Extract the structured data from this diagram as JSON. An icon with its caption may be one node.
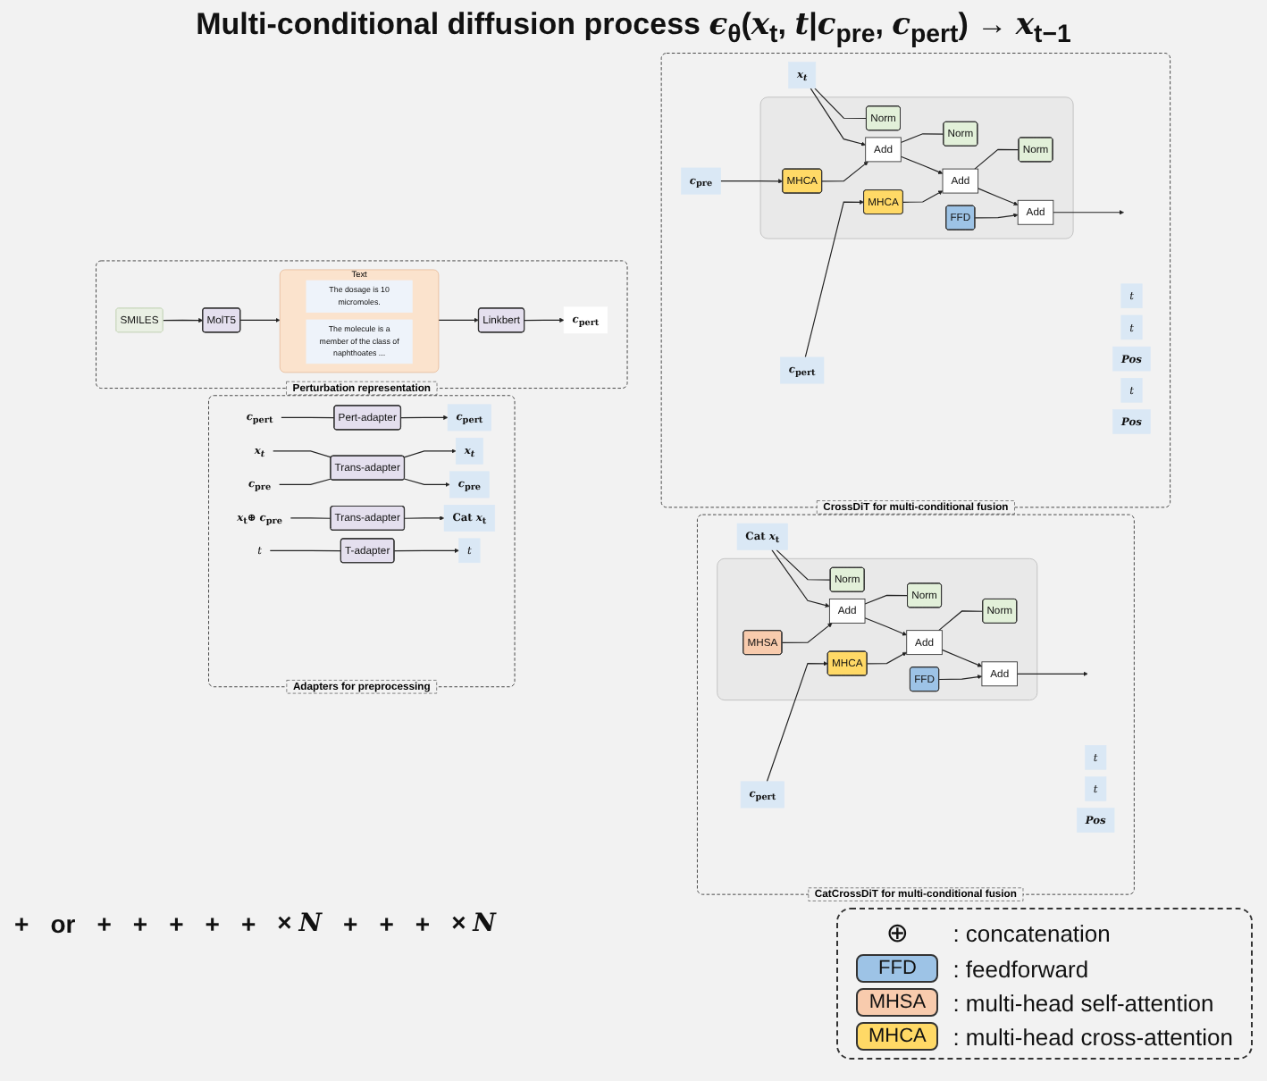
{
  "diagram": {
    "title": "Multi-conditional diffusion process *ϵ*$_{θ}$(*x*$_{t}$, *t*|*c*$_{pre}$, *c*$_{pert}$) → *x*$_{t−1}$",
    "nodes": [
      {
        "text": [
          "Perturbation representation"
        ]
      },
      {
        "text": [
          "SMILES"
        ],
        "in": 0
      },
      {
        "text": [
          "MolT5"
        ],
        "in": 0
      },
      {
        "text": [
          "Text"
        ],
        "in": 0
      },
      {
        "text": [
          "The dosage is 10 micromoles."
        ],
        "in": 3
      },
      {
        "text": [
          "The molecule is a member of the class of naphthoates ..."
        ],
        "in": 3
      },
      {
        "text": [
          "Linkbert"
        ],
        "in": 0
      },
      {
        "text": [
          "*c*$_{pert}$"
        ],
        "in": 0
      },
      {
        "text": [
          "Adapters for preprocessing"
        ]
      },
      {
        "text": [
          "*c*$_{pert}$"
        ],
        "in": 8
      },
      {
        "text": [
          "Pert-adapter"
        ],
        "in": 8
      },
      {
        "text": [
          "*c*$_{pert}$"
        ],
        "in": 8
      },
      {
        "text": [
          "x$_{t}$"
        ],
        "in": 8
      },
      {
        "text": [
          "*c*$_{pre}$"
        ],
        "in": 8
      },
      {
        "text": [
          "Trans-adapter"
        ],
        "in": 8
      },
      {
        "text": [
          "x$_{t}$"
        ],
        "in": 8
      },
      {
        "text": [
          "*c*$_{pre}$"
        ],
        "in": 8
      },
      {
        "text": [
          "*x*$_{t}$⊕ *c*$_{pre}$"
        ],
        "in": 8
      },
      {
        "text": [
          "Trans-adapter"
        ],
        "in": 8
      },
      {
        "text": [
          "Cat *x*$_{t}$"
        ],
        "in": 8
      },
      {
        "text": [
          "t"
        ],
        "in": 8
      },
      {
        "text": [
          "T-adapter"
        ],
        "in": 8
      },
      {
        "text": [
          "t"
        ],
        "in": 8
      },
      {
        "text": [
          "CrossDiT for multi-conditional fusion"
        ]
      },
      {
        "text": [
          "t"
        ],
        "in": 23
      },
      {
        "text": [
          "t"
        ],
        "in": 23
      },
      {
        "text": [
          "Pos"
        ],
        "in": 23
      },
      {
        "text": [
          "*c*$_{pre}$"
        ],
        "in": 23
      },
      {
        "text": [
          "*c*$_{pert}$"
        ],
        "in": 23
      },
      {
        "text": [
          "t"
        ],
        "in": 23
      },
      {
        "text": [
          "Pos"
        ],
        "in": 23
      },
      {
        "text": [
          "x$_{t}$"
        ],
        "in": 23
      },
      {
        "text": [],
        "shape": "box",
        "in": 23
      },
      {
        "text": [
          "Norm"
        ],
        "in": 32
      },
      {
        "text": [
          "MHCA"
        ],
        "in": 32
      },
      {
        "text": [
          "Norm"
        ],
        "in": 32
      },
      {
        "text": [
          "MHCA"
        ],
        "in": 32
      },
      {
        "text": [
          "Norm"
        ],
        "in": 32
      },
      {
        "text": [
          "FFD"
        ],
        "in": 32
      },
      {
        "text": [
          "Add"
        ],
        "in": 32
      },
      {
        "text": [
          "Add"
        ],
        "in": 32
      },
      {
        "text": [
          "Add"
        ],
        "in": 32
      },
      {
        "text": [
          "CatCrossDiT for multi-conditional fusion"
        ]
      },
      {
        "text": [
          "t"
        ],
        "in": 42
      },
      {
        "text": [
          "*c*$_{pert}$"
        ],
        "in": 42
      },
      {
        "text": [
          "t"
        ],
        "in": 42
      },
      {
        "text": [
          "Pos"
        ],
        "in": 42
      },
      {
        "text": [
          "Cat *x*$_{t}$"
        ],
        "in": 42
      },
      {
        "text": [],
        "shape": "box",
        "in": 42
      },
      {
        "text": [
          "Norm"
        ],
        "in": 48
      },
      {
        "text": [
          "MHSA"
        ],
        "in": 48
      },
      {
        "text": [
          "Norm"
        ],
        "in": 48
      },
      {
        "text": [
          "MHCA"
        ],
        "in": 48
      },
      {
        "text": [
          "Norm"
        ],
        "in": 48
      },
      {
        "text": [
          "FFD"
        ],
        "in": 48
      },
      {
        "text": [
          "Add"
        ],
        "in": 48
      },
      {
        "text": [
          "Add"
        ],
        "in": 48
      },
      {
        "text": [
          "Add"
        ],
        "in": 48
      }
    ],
    "edges": [
      {
        "from": 1,
        "to": 2,
        "arrow": "to"
      },
      {
        "from": 2,
        "to": 3,
        "arrow": "to"
      },
      {
        "from": 3,
        "to": 6,
        "arrow": "to"
      },
      {
        "from": 6,
        "to": 7,
        "arrow": "to"
      },
      {
        "from": 9,
        "to": 10,
        "arrow": "none"
      },
      {
        "from": 10,
        "to": 11,
        "arrow": "to"
      },
      {
        "from": 12,
        "to": 14,
        "arrow": "none"
      },
      {
        "from": 13,
        "to": 14,
        "arrow": "none"
      },
      {
        "from": 14,
        "to": 15,
        "arrow": "to"
      },
      {
        "from": 14,
        "to": 16,
        "arrow": "to"
      },
      {
        "from": 17,
        "to": 18,
        "arrow": "none"
      },
      {
        "from": 18,
        "to": 19,
        "arrow": "to"
      },
      {
        "from": 20,
        "to": 21,
        "arrow": "none"
      },
      {
        "from": 21,
        "to": 22,
        "arrow": "to"
      },
      {
        "from": 27,
        "to": 34,
        "arrow": "to"
      },
      {
        "from": 28,
        "to": 36,
        "arrow": "to"
      },
      {
        "from": 31,
        "to": 33,
        "arrow": "none"
      },
      {
        "from": 31,
        "to": 39,
        "arrow": "to"
      },
      {
        "from": 34,
        "to": 39,
        "arrow": "to"
      },
      {
        "from": 39,
        "to": 35,
        "arrow": "none"
      },
      {
        "from": 39,
        "to": 40,
        "arrow": "to"
      },
      {
        "from": 36,
        "to": 40,
        "arrow": "to"
      },
      {
        "from": 40,
        "to": 37,
        "arrow": "none"
      },
      {
        "from": 40,
        "to": 41,
        "arrow": "to"
      },
      {
        "from": 38,
        "to": 41,
        "arrow": "to"
      },
      {
        "from": 41,
        "to": null,
        "arrow": "to"
      },
      {
        "from": 44,
        "to": 52,
        "arrow": "to"
      },
      {
        "from": 47,
        "to": 49,
        "arrow": "none"
      },
      {
        "from": 47,
        "to": 55,
        "arrow": "to"
      },
      {
        "from": 50,
        "to": 55,
        "arrow": "to"
      },
      {
        "from": 55,
        "to": 51,
        "arrow": "none"
      },
      {
        "from": 55,
        "to": 56,
        "arrow": "to"
      },
      {
        "from": 52,
        "to": 56,
        "arrow": "to"
      },
      {
        "from": 56,
        "to": 53,
        "arrow": "none"
      },
      {
        "from": 56,
        "to": 57,
        "arrow": "to"
      },
      {
        "from": 54,
        "to": 57,
        "arrow": "to"
      },
      {
        "from": 57,
        "to": null,
        "arrow": "to"
      }
    ],
    "labels": [
      "+",
      "or",
      "+",
      "+",
      "+",
      "+",
      "+",
      "× *N*",
      "+",
      "+",
      "+",
      "× *N*",
      "⊕",
      "FFD",
      "MHSA",
      "MHCA"
    ],
    "legend": [
      {
        "text": ": concatenation"
      },
      {
        "text": ": feedforward",
        "color": "#9dc3e6"
      },
      {
        "text": ": multi-head self-attention",
        "color": "#f8cbad"
      },
      {
        "text": ": multi-head cross-attention",
        "color": "#ffd966"
      }
    ]
  }
}
